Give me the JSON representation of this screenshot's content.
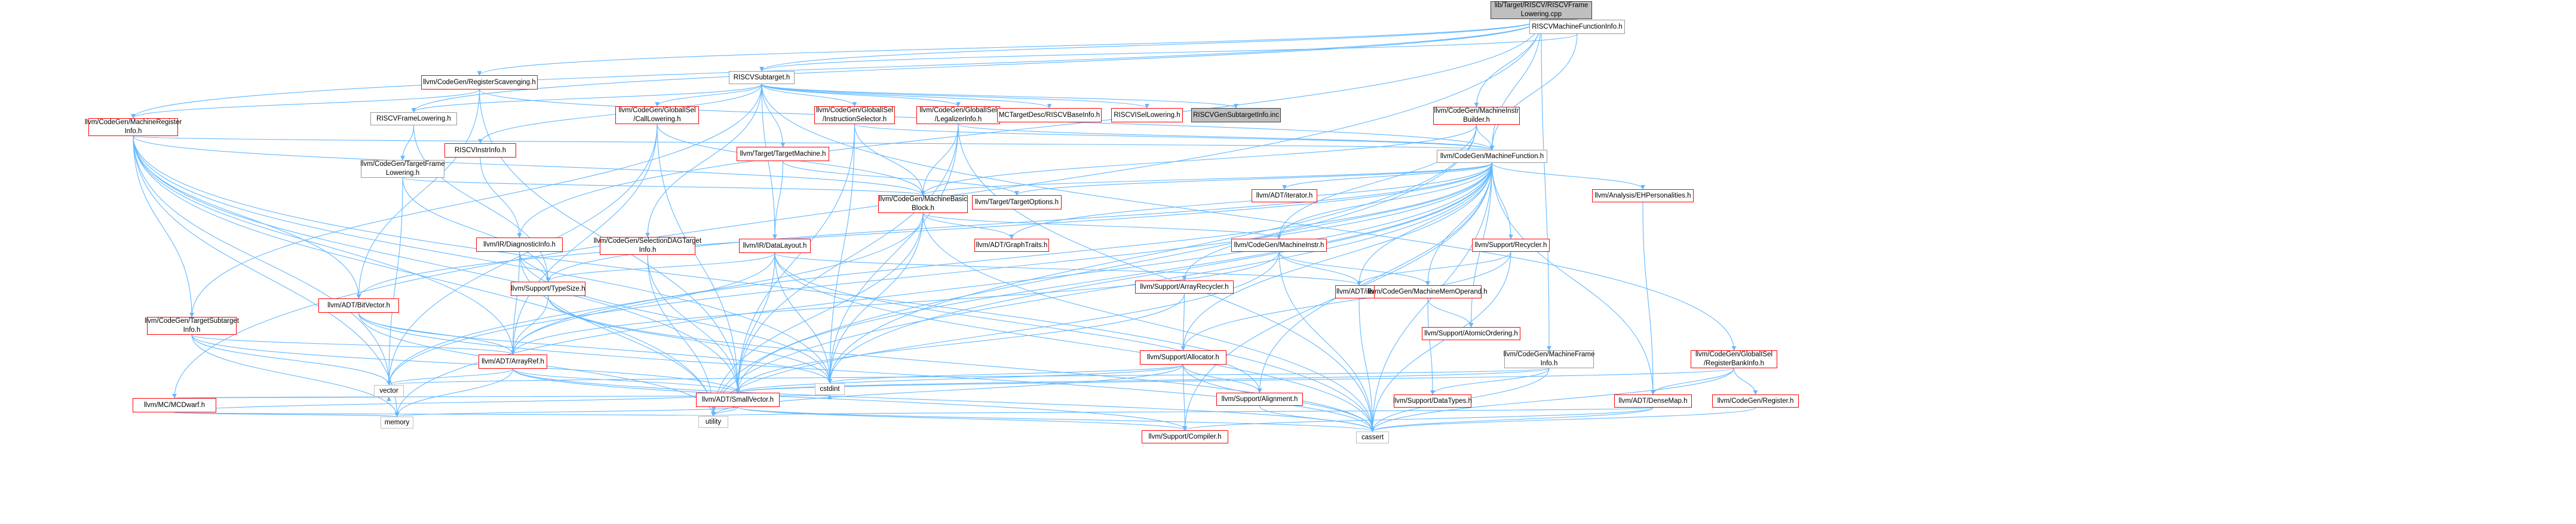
{
  "graph": {
    "title": "lib/Target/RISCV/RISCVFrameLowering.cpp",
    "edge_color": "#63b8ff",
    "colors": {
      "red_border": "#ff0000",
      "grey_border": "#999999",
      "root_fill": "#bfbfbf",
      "light_border": "#bfbfbf"
    },
    "nodes": [
      {
        "id": "root",
        "label": "lib/Target/RISCV/RISCVFrame\nLowering.cpp",
        "style": "grey"
      },
      {
        "id": "mcdwarf",
        "label": "llvm/MC/MCDwarf.h",
        "style": "red"
      },
      {
        "id": "mri",
        "label": "llvm/CodeGen/MachineRegister\nInfo.h",
        "style": "red"
      },
      {
        "id": "regscav",
        "label": "llvm/CodeGen/RegisterScavenging.h",
        "style": "red"
      },
      {
        "id": "subtarget",
        "label": "RISCVSubtarget.h",
        "style": "gray"
      },
      {
        "id": "rvframelow",
        "label": "RISCVFrameLowering.h",
        "style": "gray"
      },
      {
        "id": "tfl",
        "label": "llvm/CodeGen/TargetFrame\nLowering.h",
        "style": "gray"
      },
      {
        "id": "tsi",
        "label": "llvm/CodeGen/TargetSubtarget\nInfo.h",
        "style": "red"
      },
      {
        "id": "gcall",
        "label": "llvm/CodeGen/GlobalISel\n/CallLowering.h",
        "style": "red"
      },
      {
        "id": "instrinfo",
        "label": "RISCVInstrInfo.h",
        "style": "red"
      },
      {
        "id": "gisel",
        "label": "llvm/CodeGen/GlobalISel\n/InstructionSelector.h",
        "style": "red"
      },
      {
        "id": "tm",
        "label": "llvm/Target/TargetMachine.h",
        "style": "red"
      },
      {
        "id": "legal",
        "label": "llvm/CodeGen/GlobalISel\n/LegalizerInfo.h",
        "style": "red"
      },
      {
        "id": "mcbase",
        "label": "MCTargetDesc/RISCVBaseInfo.h",
        "style": "red"
      },
      {
        "id": "isel",
        "label": "RISCVISelLowering.h",
        "style": "red"
      },
      {
        "id": "geninc",
        "label": "RISCVGenSubtargetInfo.inc",
        "style": "grey"
      },
      {
        "id": "rvmfi",
        "label": "RISCVMachineFunctionInfo.h",
        "style": "gray"
      },
      {
        "id": "mib",
        "label": "llvm/CodeGen/MachineInstr\nBuilder.h",
        "style": "red"
      },
      {
        "id": "mf",
        "label": "llvm/CodeGen/MachineFunction.h",
        "style": "gray"
      },
      {
        "id": "mbb",
        "label": "llvm/CodeGen/MachineBasic\nBlock.h",
        "style": "red"
      },
      {
        "id": "topts",
        "label": "llvm/Target/TargetOptions.h",
        "style": "red"
      },
      {
        "id": "iterator",
        "label": "llvm/ADT/iterator.h",
        "style": "red"
      },
      {
        "id": "ehpers",
        "label": "llvm/Analysis/EHPersonalities.h",
        "style": "red"
      },
      {
        "id": "diag",
        "label": "llvm/IR/DiagnosticInfo.h",
        "style": "red"
      },
      {
        "id": "seldag",
        "label": "llvm/CodeGen/SelectionDAGTarget\nInfo.h",
        "style": "red"
      },
      {
        "id": "dl",
        "label": "llvm/IR/DataLayout.h",
        "style": "red"
      },
      {
        "id": "graphtraits",
        "label": "llvm/ADT/GraphTraits.h",
        "style": "red"
      },
      {
        "id": "mi",
        "label": "llvm/CodeGen/MachineInstr.h",
        "style": "red"
      },
      {
        "id": "recycler",
        "label": "llvm/Support/Recycler.h",
        "style": "red"
      },
      {
        "id": "bitvector",
        "label": "llvm/ADT/BitVector.h",
        "style": "red"
      },
      {
        "id": "typesize",
        "label": "llvm/Support/TypeSize.h",
        "style": "red"
      },
      {
        "id": "arrayrecycler",
        "label": "llvm/Support/ArrayRecycler.h",
        "style": "red"
      },
      {
        "id": "ilist",
        "label": "llvm/ADT/ilist.h",
        "style": "red"
      },
      {
        "id": "mmo",
        "label": "llvm/CodeGen/MachineMemOperand.h",
        "style": "red"
      },
      {
        "id": "arrayref",
        "label": "llvm/ADT/ArrayRef.h",
        "style": "red"
      },
      {
        "id": "allocator",
        "label": "llvm/Support/Allocator.h",
        "style": "red"
      },
      {
        "id": "atomic",
        "label": "llvm/Support/AtomicOrdering.h",
        "style": "red"
      },
      {
        "id": "mfi",
        "label": "llvm/CodeGen/MachineFrame\nInfo.h",
        "style": "gray"
      },
      {
        "id": "rbi",
        "label": "llvm/CodeGen/GlobalISel\n/RegisterBankInfo.h",
        "style": "red"
      },
      {
        "id": "vector",
        "label": "vector",
        "style": "light"
      },
      {
        "id": "cstdint",
        "label": "cstdint",
        "style": "light"
      },
      {
        "id": "smallvector",
        "label": "llvm/ADT/SmallVector.h",
        "style": "red"
      },
      {
        "id": "alignment",
        "label": "llvm/Support/Alignment.h",
        "style": "red"
      },
      {
        "id": "datatypes",
        "label": "llvm/Support/DataTypes.h",
        "style": "red"
      },
      {
        "id": "densemap",
        "label": "llvm/ADT/DenseMap.h",
        "style": "red"
      },
      {
        "id": "register",
        "label": "llvm/CodeGen/Register.h",
        "style": "red"
      },
      {
        "id": "memory",
        "label": "memory",
        "style": "light"
      },
      {
        "id": "utility",
        "label": "utility",
        "style": "light"
      },
      {
        "id": "compiler",
        "label": "llvm/Support/Compiler.h",
        "style": "red"
      },
      {
        "id": "cassert",
        "label": "cassert",
        "style": "light"
      }
    ]
  }
}
